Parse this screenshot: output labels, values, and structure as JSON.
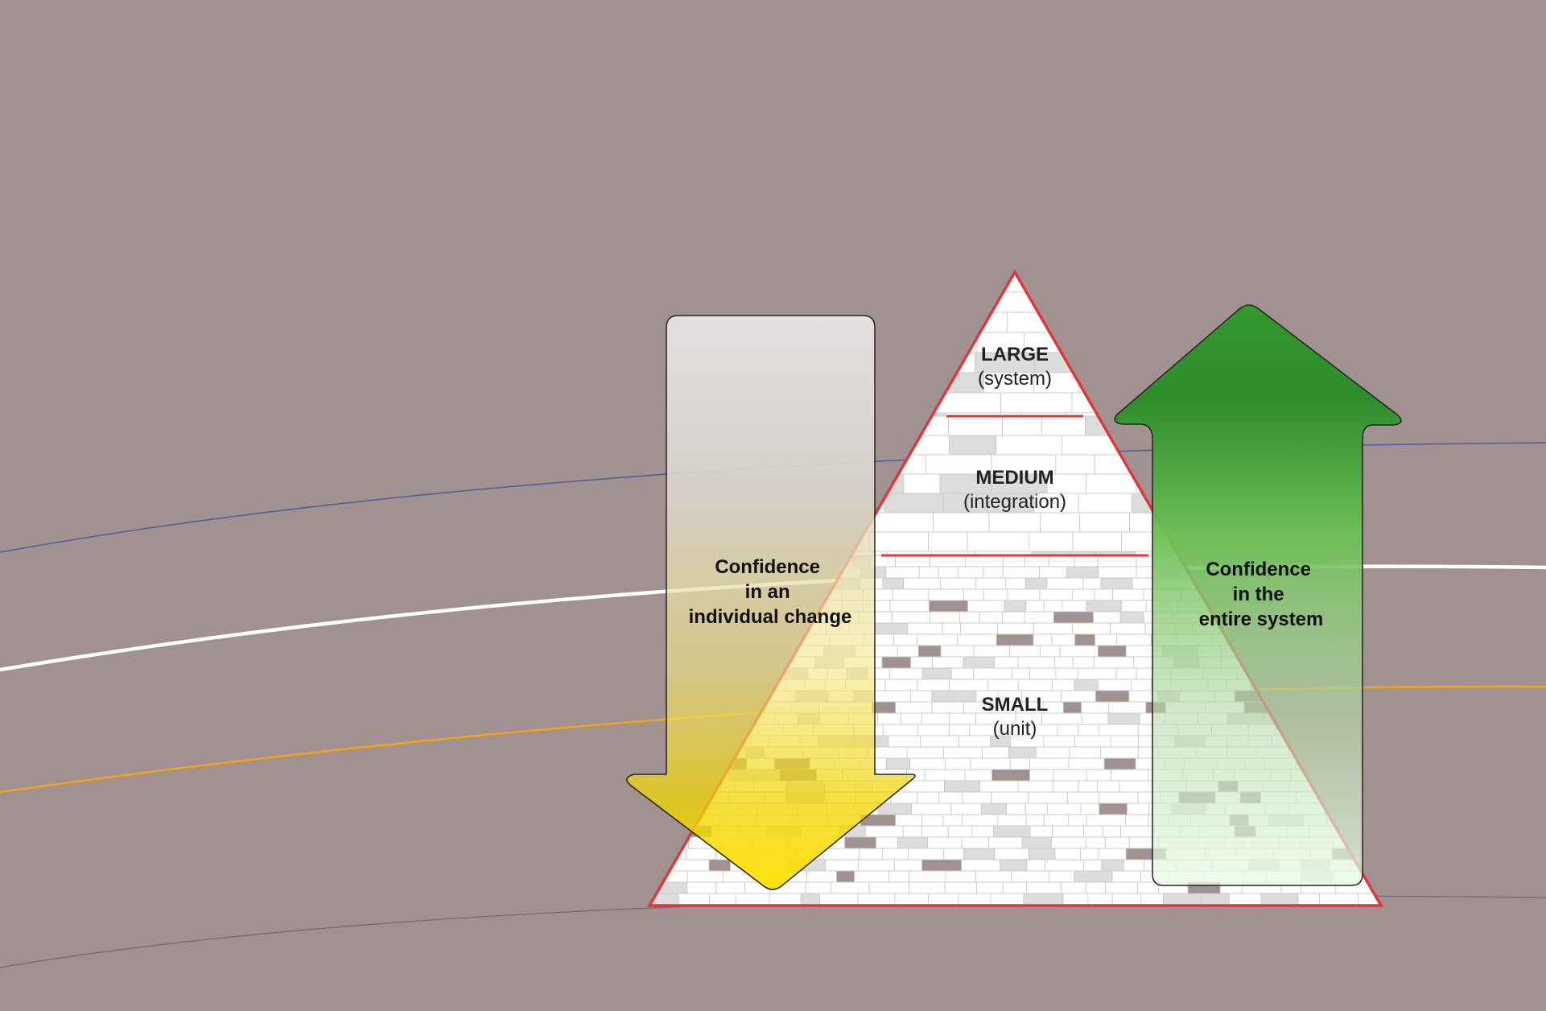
{
  "pyramid": {
    "levels": [
      {
        "id": "large",
        "title": "LARGE",
        "subtitle": "(system)"
      },
      {
        "id": "medium",
        "title": "MEDIUM",
        "subtitle": "(integration)"
      },
      {
        "id": "small",
        "title": "SMALL",
        "subtitle": "(unit)"
      }
    ]
  },
  "down_arrow": {
    "lines": [
      "Confidence",
      "in an",
      "individual change"
    ]
  },
  "up_arrow": {
    "lines": [
      "Confidence",
      "in the",
      "entire system"
    ]
  },
  "colors": {
    "background": "#a19291",
    "pyramid_outline": "#e0373b",
    "down_arrow_top": "#e4e0e0",
    "down_arrow_bottom": "#ffe100",
    "up_arrow_top": "#2e8c2b",
    "up_arrow_bottom": "#e9fbe6",
    "line_blue": "#4f5c9a",
    "line_white": "#ffffff",
    "line_orange": "#f0a516",
    "line_gray": "#6d6a6a"
  }
}
